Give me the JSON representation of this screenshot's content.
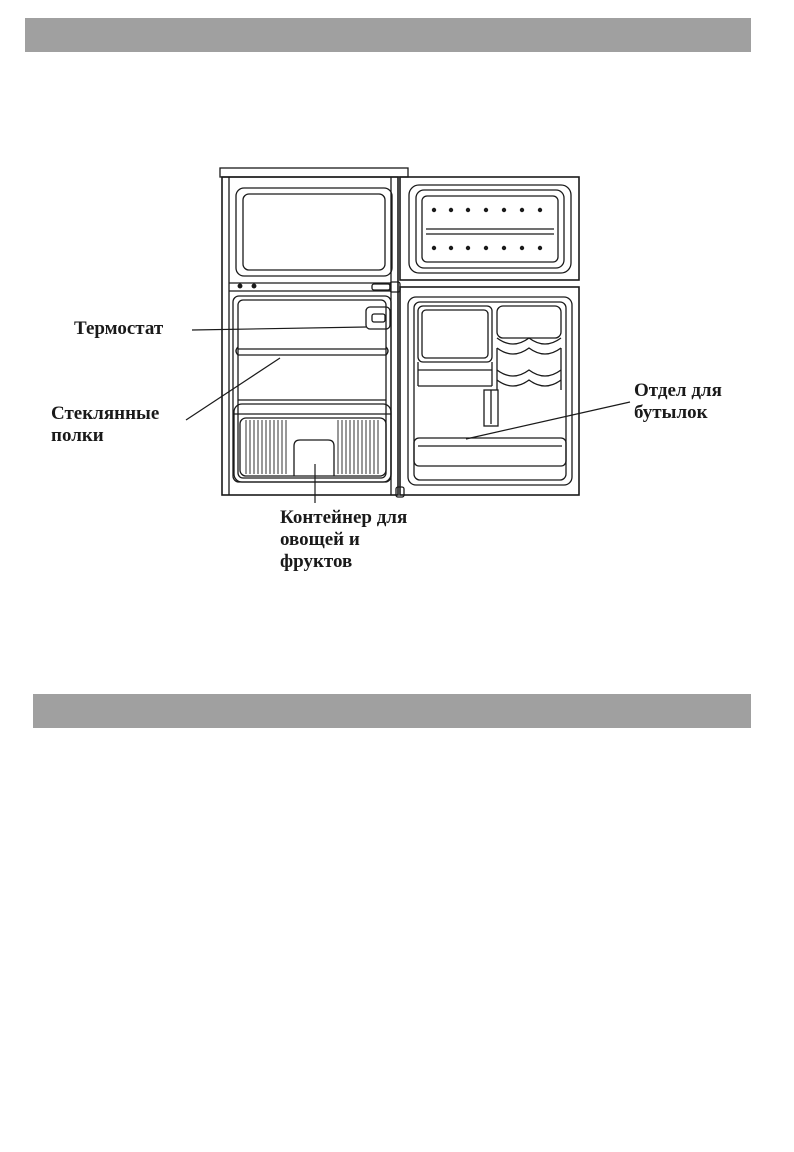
{
  "labels": {
    "thermostat": "Термостат",
    "glass_shelves": "Стеклянные\nполки",
    "crisper": "Контейнер для\nовощей и\nфруктов",
    "bottle_rack": "Отдел для\nбутылок"
  },
  "colors": {
    "header_bar": "#a0a0a0",
    "line": "#1a1a1a",
    "text": "#1a1a1a"
  }
}
